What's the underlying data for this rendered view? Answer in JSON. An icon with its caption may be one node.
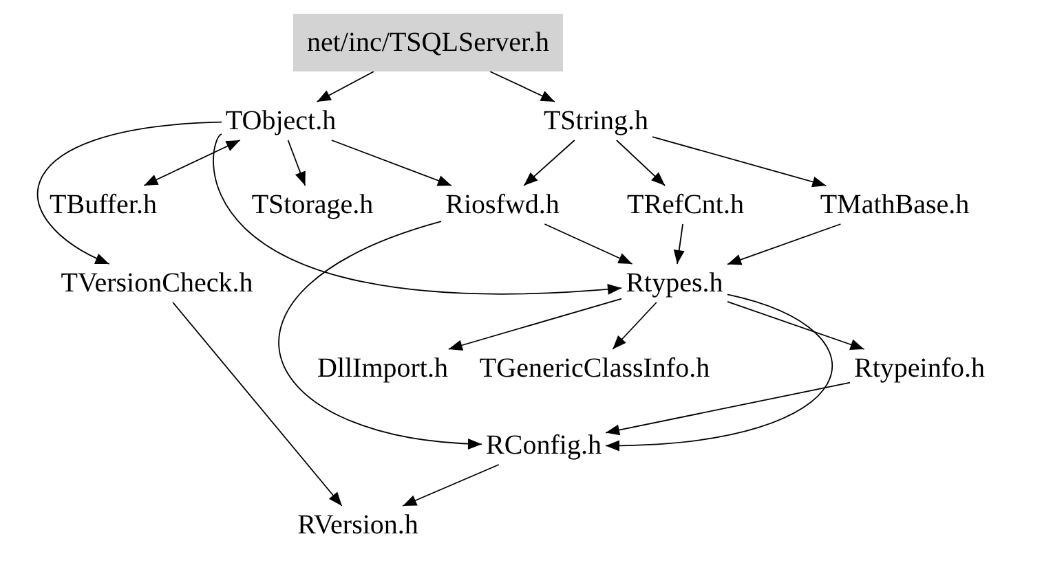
{
  "diagram": {
    "nodes": [
      {
        "text": [
          "net/inc/TSQLServer.h"
        ]
      },
      {
        "text": [
          "TObject.h"
        ]
      },
      {
        "text": [
          "TString.h"
        ]
      },
      {
        "text": [
          "TBuffer.h"
        ]
      },
      {
        "text": [
          "TStorage.h"
        ]
      },
      {
        "text": [
          "Riosfwd.h"
        ]
      },
      {
        "text": [
          "TRefCnt.h"
        ]
      },
      {
        "text": [
          "TMathBase.h"
        ]
      },
      {
        "text": [
          "TVersionCheck.h"
        ]
      },
      {
        "text": [
          "Rtypes.h"
        ]
      },
      {
        "text": [
          "DllImport.h"
        ]
      },
      {
        "text": [
          "TGenericClassInfo.h"
        ]
      },
      {
        "text": [
          "Rtypeinfo.h"
        ]
      },
      {
        "text": [
          "RConfig.h"
        ]
      },
      {
        "text": [
          "RVersion.h"
        ]
      }
    ],
    "edges": [
      {
        "from": 0,
        "to": 1,
        "arrow": "to"
      },
      {
        "from": 0,
        "to": 2,
        "arrow": "to"
      },
      {
        "from": 1,
        "to": 3,
        "arrow": "both"
      },
      {
        "from": 1,
        "to": 4,
        "arrow": "to"
      },
      {
        "from": 1,
        "to": 5,
        "arrow": "to"
      },
      {
        "from": 1,
        "to": 8,
        "arrow": "to"
      },
      {
        "from": 1,
        "to": 9,
        "arrow": "to"
      },
      {
        "from": 2,
        "to": 5,
        "arrow": "to"
      },
      {
        "from": 2,
        "to": 6,
        "arrow": "to"
      },
      {
        "from": 2,
        "to": 7,
        "arrow": "to"
      },
      {
        "from": 5,
        "to": 9,
        "arrow": "to"
      },
      {
        "from": 5,
        "to": 13,
        "arrow": "to"
      },
      {
        "from": 6,
        "to": 9,
        "arrow": "to"
      },
      {
        "from": 7,
        "to": 9,
        "arrow": "to"
      },
      {
        "from": 9,
        "to": 10,
        "arrow": "to"
      },
      {
        "from": 9,
        "to": 11,
        "arrow": "to"
      },
      {
        "from": 9,
        "to": 12,
        "arrow": "to"
      },
      {
        "from": 9,
        "to": 13,
        "arrow": "to"
      },
      {
        "from": 12,
        "to": 13,
        "arrow": "to"
      },
      {
        "from": 8,
        "to": 14,
        "arrow": "to"
      },
      {
        "from": 13,
        "to": 14,
        "arrow": "to"
      }
    ]
  }
}
